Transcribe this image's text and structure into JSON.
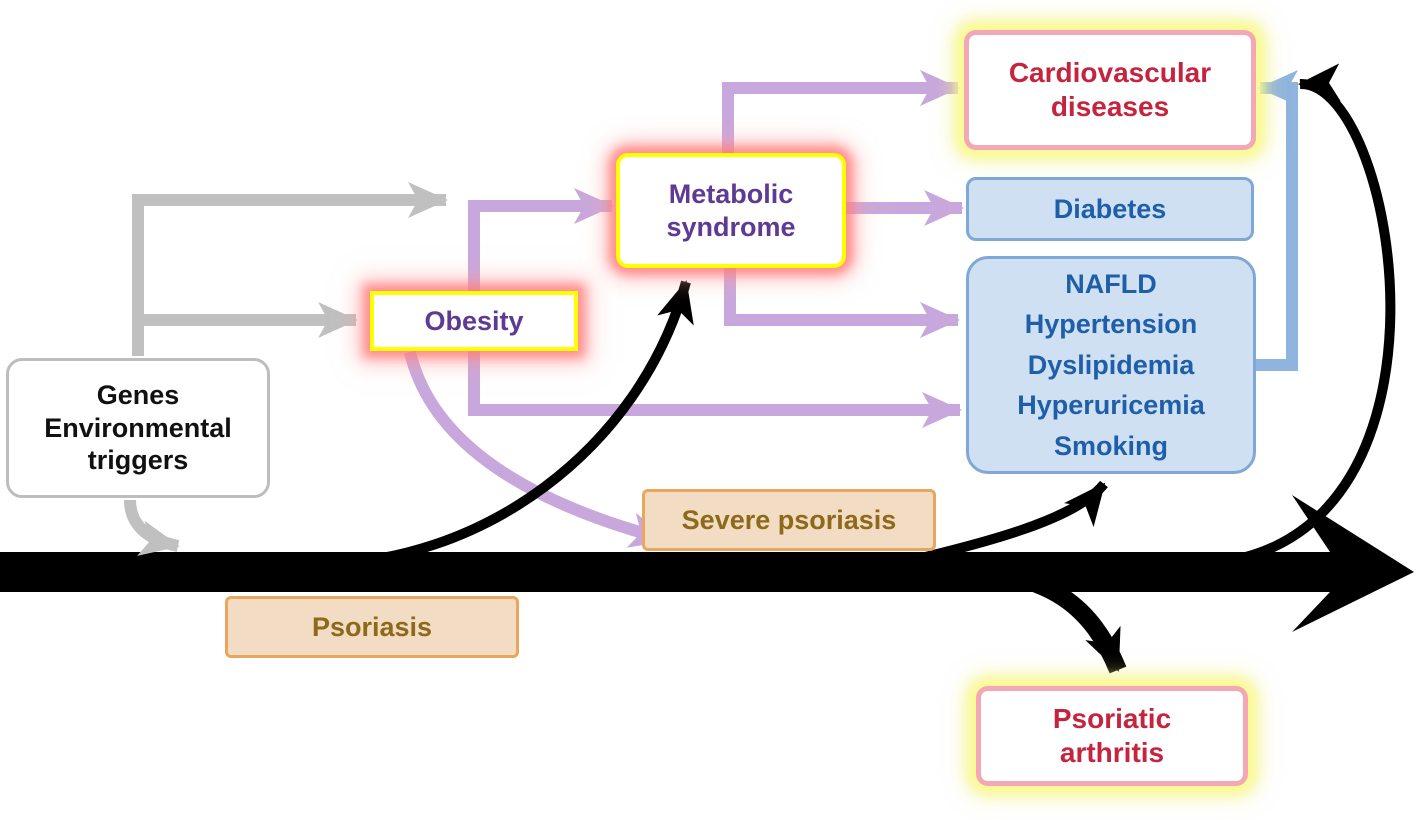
{
  "nodes": {
    "genes": {
      "lines": [
        "Genes",
        "Environmental",
        "triggers"
      ]
    },
    "obesity": {
      "label": "Obesity"
    },
    "metabolic": {
      "lines": [
        "Metabolic",
        "syndrome"
      ]
    },
    "cardio": {
      "lines": [
        "Cardiovascular",
        "diseases"
      ]
    },
    "diabetes": {
      "label": "Diabetes"
    },
    "risk_factors": {
      "items": [
        "NAFLD",
        "Hypertension",
        "Dyslipidemia",
        "Hyperuricemia",
        "Smoking"
      ]
    },
    "psoriatic_arthritis": {
      "lines": [
        "Psoriatic",
        "arthritis"
      ]
    },
    "severe_psoriasis": {
      "label": "Severe psoriasis"
    },
    "psoriasis": {
      "label": "Psoriasis"
    }
  },
  "colors": {
    "gray_arrow": "#c0c0c0",
    "purple_arrow": "#c8a8dc",
    "blue_arrow": "#8fb4de",
    "black_arrow": "#000000"
  }
}
